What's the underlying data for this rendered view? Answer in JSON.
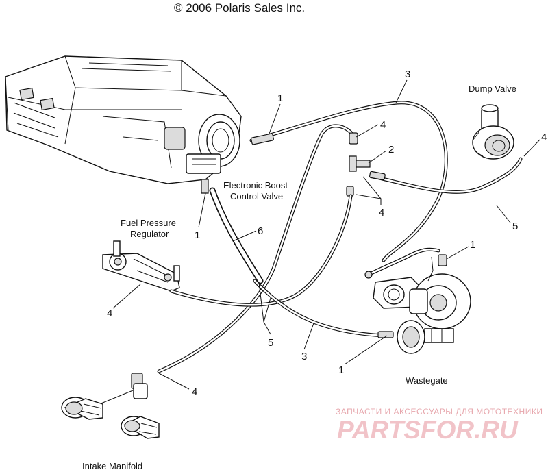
{
  "copyright": "© 2006 Polaris Sales Inc.",
  "labels": {
    "dump_valve": "Dump Valve",
    "ebcv_line1": "Electronic Boost",
    "ebcv_line2": "Control Valve",
    "fpr_line1": "Fuel Pressure",
    "fpr_line2": "Regulator",
    "wastegate": "Wastegate",
    "intake_manifold": "Intake Manifold"
  },
  "callouts": {
    "c1_top": "1",
    "c3_top": "3",
    "c4_top": "4",
    "c2": "2",
    "c4_right": "4",
    "c4_mid": "4",
    "c5_right": "5",
    "c6": "6",
    "c1_fpr": "1",
    "c1_turbo": "1",
    "c4_left": "4",
    "c5_bottom": "5",
    "c3_bottom": "3",
    "c1_bottom": "1",
    "c4_bottom": "4"
  },
  "watermark": {
    "tagline": "ЗАПЧАСТИ И АКСЕССУАРЫ ДЛЯ МОТОТЕХНИКИ",
    "brand": "PARTSFOR.RU"
  }
}
